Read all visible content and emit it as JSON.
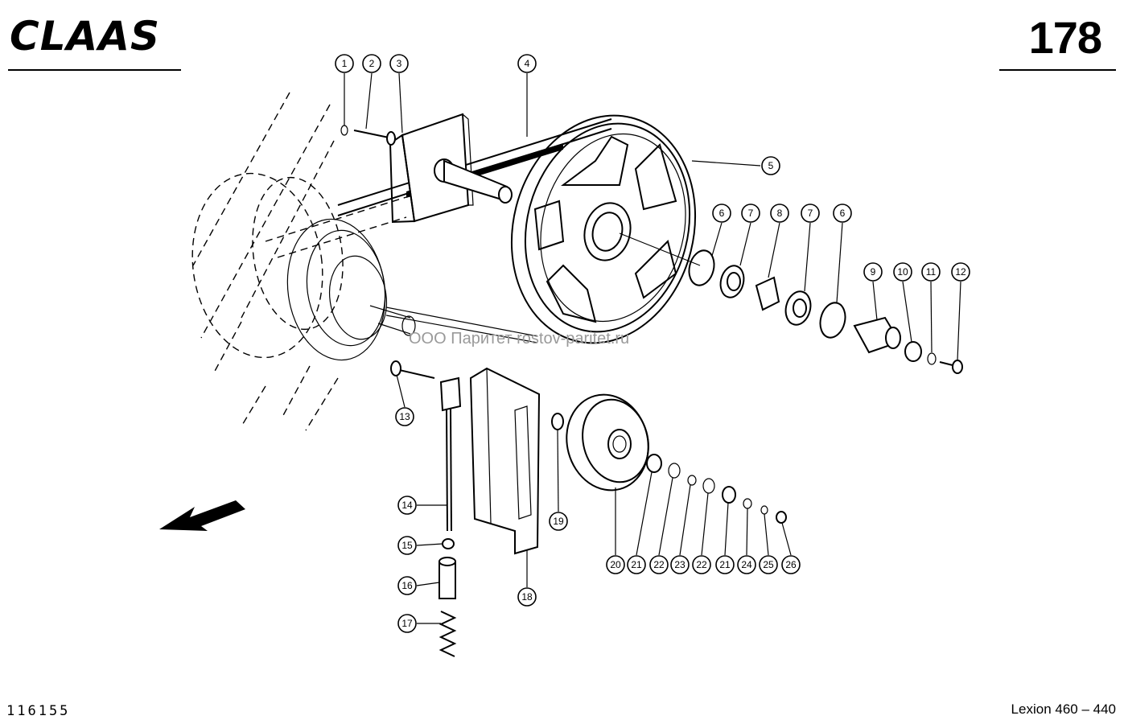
{
  "header": {
    "brand": "CLAAS",
    "page_number": "178"
  },
  "footer": {
    "drawing_id": "116155",
    "model": "Lexion 460 – 440"
  },
  "watermark": "ООО Паритет    rostov-paritet.ru",
  "callouts": [
    "1",
    "2",
    "3",
    "4",
    "5",
    "6",
    "7",
    "8",
    "7",
    "6",
    "9",
    "10",
    "11",
    "12",
    "13",
    "14",
    "15",
    "16",
    "17",
    "18",
    "19",
    "20",
    "21",
    "22",
    "23",
    "22",
    "21",
    "24",
    "25",
    "26"
  ],
  "icons": {
    "logo": "claas-logo",
    "direction": "direction-arrow-icon"
  }
}
